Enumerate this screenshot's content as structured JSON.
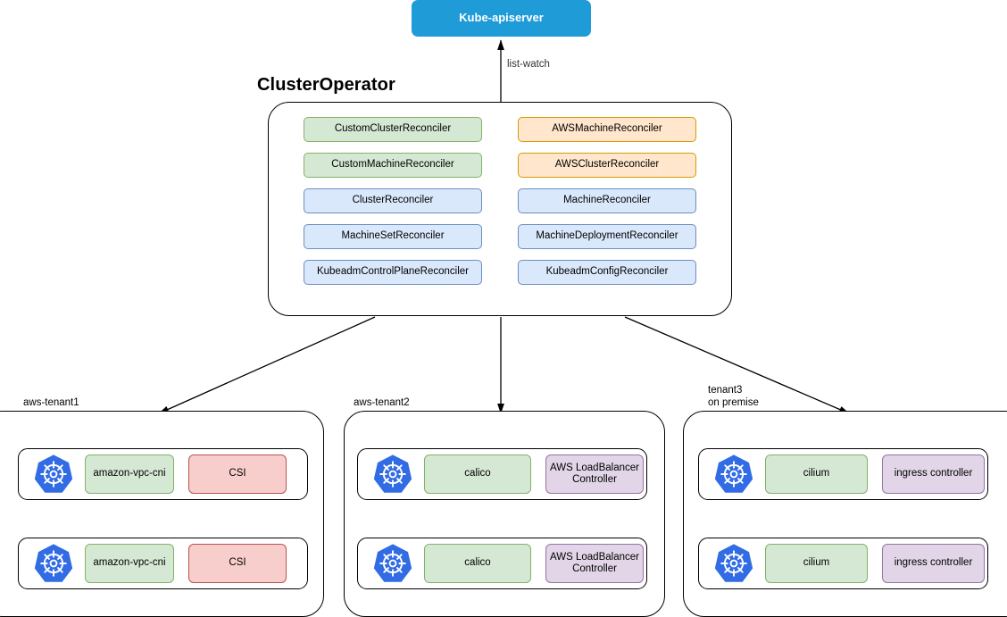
{
  "apiserver": {
    "label": "Kube-apiserver",
    "color": "#1f9bd8"
  },
  "edges": {
    "list_watch_label": "list-watch"
  },
  "operator": {
    "title": "ClusterOperator",
    "left_column": [
      {
        "label": "CustomClusterReconciler",
        "style": "green"
      },
      {
        "label": "CustomMachineReconciler",
        "style": "green"
      },
      {
        "label": "ClusterReconciler",
        "style": "blue"
      },
      {
        "label": "MachineSetReconciler",
        "style": "blue"
      },
      {
        "label": "KubeadmControlPlaneReconciler",
        "style": "blue"
      }
    ],
    "right_column": [
      {
        "label": "AWSMachineReconciler",
        "style": "orange"
      },
      {
        "label": "AWSClusterReconciler",
        "style": "orange"
      },
      {
        "label": "MachineReconciler",
        "style": "blue"
      },
      {
        "label": "MachineDeploymentReconciler",
        "style": "blue"
      },
      {
        "label": "KubeadmConfigReconciler",
        "style": "blue"
      }
    ]
  },
  "tenants": [
    {
      "label": "aws-tenant1",
      "clusters": [
        {
          "logo": "kubernetes-logo",
          "addons": [
            {
              "label": "amazon-vpc-cni",
              "style": "green"
            },
            {
              "label": "CSI",
              "style": "red"
            }
          ]
        },
        {
          "logo": "kubernetes-logo",
          "addons": [
            {
              "label": "amazon-vpc-cni",
              "style": "green"
            },
            {
              "label": "CSI",
              "style": "red"
            }
          ]
        }
      ]
    },
    {
      "label": "aws-tenant2",
      "clusters": [
        {
          "logo": "kubernetes-logo",
          "addons": [
            {
              "label": "calico",
              "style": "green"
            },
            {
              "label": "AWS LoadBalancer Controller",
              "style": "purple"
            }
          ]
        },
        {
          "logo": "kubernetes-logo",
          "addons": [
            {
              "label": "calico",
              "style": "green"
            },
            {
              "label": "AWS LoadBalancer Controller",
              "style": "purple"
            }
          ]
        }
      ]
    },
    {
      "label": "tenant3\non premise",
      "clusters": [
        {
          "logo": "kubernetes-logo",
          "addons": [
            {
              "label": "cilium",
              "style": "green"
            },
            {
              "label": "ingress controller",
              "style": "purple"
            }
          ]
        },
        {
          "logo": "kubernetes-logo",
          "addons": [
            {
              "label": "cilium",
              "style": "green"
            },
            {
              "label": "ingress controller",
              "style": "purple"
            }
          ]
        }
      ]
    }
  ],
  "palette": {
    "green_fill": "#d5e8d4",
    "green_stroke": "#82b366",
    "blue_fill": "#dae8fc",
    "blue_stroke": "#6c8ebf",
    "orange_fill": "#ffe6cc",
    "orange_stroke": "#d79b00",
    "red_fill": "#f8cecc",
    "red_stroke": "#b85450",
    "purple_fill": "#e1d5e7",
    "purple_stroke": "#9673a6",
    "k8s_blue": "#326ce5"
  }
}
